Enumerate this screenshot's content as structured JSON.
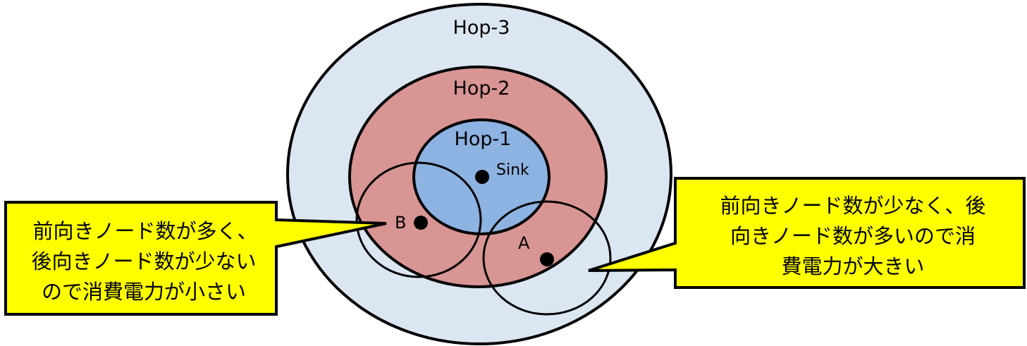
{
  "diagram": {
    "regions": [
      {
        "id": "hop-3",
        "label": "Hop-3",
        "fill": "#DCE6F2"
      },
      {
        "id": "hop-2",
        "label": "Hop-2",
        "fill": "#D99594"
      },
      {
        "id": "hop-1",
        "label": "Hop-1",
        "fill": "#8DB3E2"
      }
    ],
    "nodes": [
      {
        "id": "sink",
        "label": "Sink"
      },
      {
        "id": "B",
        "label": "B"
      },
      {
        "id": "A",
        "label": "A"
      }
    ],
    "callouts": {
      "left": {
        "lines": [
          "前向きノード数が多く、",
          "後向きノード数が少ない",
          "ので消費電力が小さい"
        ],
        "points_to": "B",
        "fill": "#FFFF00"
      },
      "right": {
        "lines": [
          "前向きノード数が少なく、後",
          "向きノード数が多いので消",
          "費電力が大きい"
        ],
        "points_to": "A",
        "fill": "#FFFF00"
      }
    },
    "stroke_color": "#000000"
  }
}
